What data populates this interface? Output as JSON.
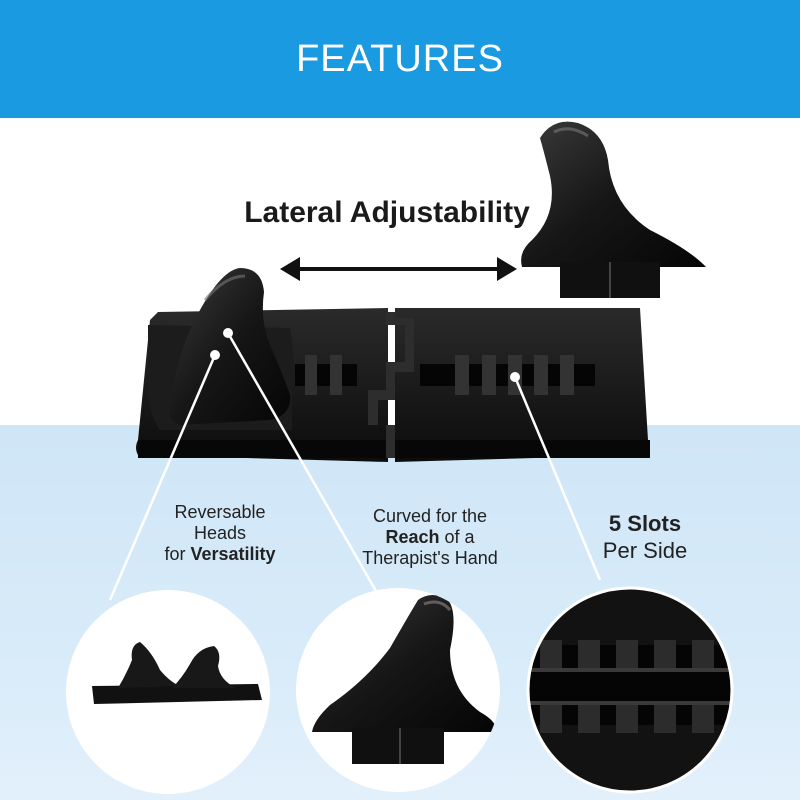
{
  "banner": {
    "title": "FEATURES",
    "color": "#1a9ae0"
  },
  "heading": {
    "lateral": "Lateral Adjustability"
  },
  "callouts": {
    "reversable": {
      "line1": "Reversable",
      "line2": "Heads",
      "line3_prefix": "for ",
      "line3_bold": "Versatility"
    },
    "curved": {
      "line1": "Curved for the",
      "line2_bold": "Reach",
      "line2_suffix": " of a",
      "line3": "Therapist's Hand"
    },
    "slots": {
      "line1_bold": "5 Slots",
      "line2": "Per Side"
    }
  },
  "icons": [
    "double-arrow-icon"
  ],
  "colors": {
    "product": "#151515",
    "background_lower": "#d3e8f8"
  }
}
